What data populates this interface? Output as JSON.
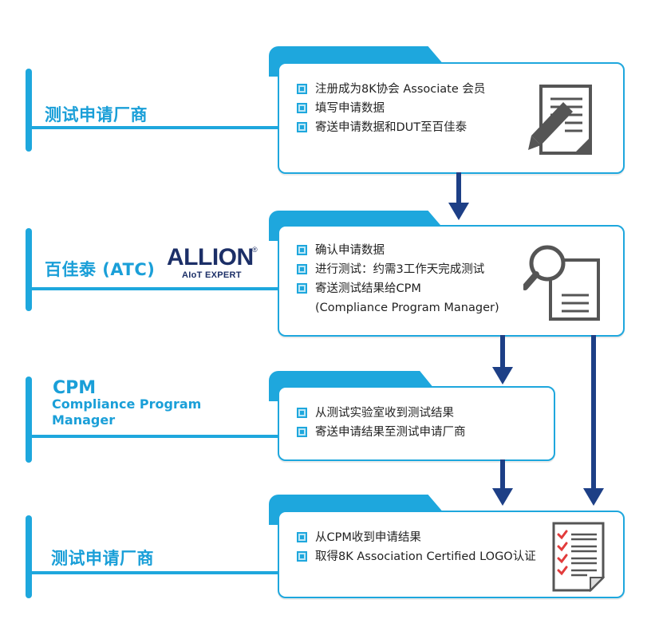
{
  "rows": [
    {
      "label": "测试申请厂商"
    },
    {
      "label": "百佳泰 (ATC)",
      "logo": {
        "name": "ALLION",
        "registered": "®",
        "tagline": "AIoT EXPERT"
      }
    },
    {
      "label": "CPM",
      "sublabel_line1": "Compliance Program",
      "sublabel_line2": "Manager"
    },
    {
      "label": "测试申请厂商"
    }
  ],
  "cards": [
    {
      "items": [
        "注册成为8K协会 Associate 会员",
        "填写申请数据",
        "寄送申请数据和DUT至百佳泰"
      ],
      "icon": "document-pen-icon"
    },
    {
      "items": [
        "确认申请数据",
        "进行测试：约需3工作天完成测试",
        "寄送测试结果给CPM"
      ],
      "continuation": "(Compliance Program Manager)",
      "icon": "document-search-icon"
    },
    {
      "items": [
        "从测试实验室收到测试结果",
        "寄送申请结果至测试申请厂商"
      ]
    },
    {
      "items": [
        "从CPM收到申请结果",
        "取得8K Association Certified LOGO认证"
      ],
      "icon": "checklist-icon"
    }
  ],
  "colors": {
    "accent": "#1ea7dd",
    "arrow": "#1d3f86",
    "logo": "#1c2f67"
  }
}
